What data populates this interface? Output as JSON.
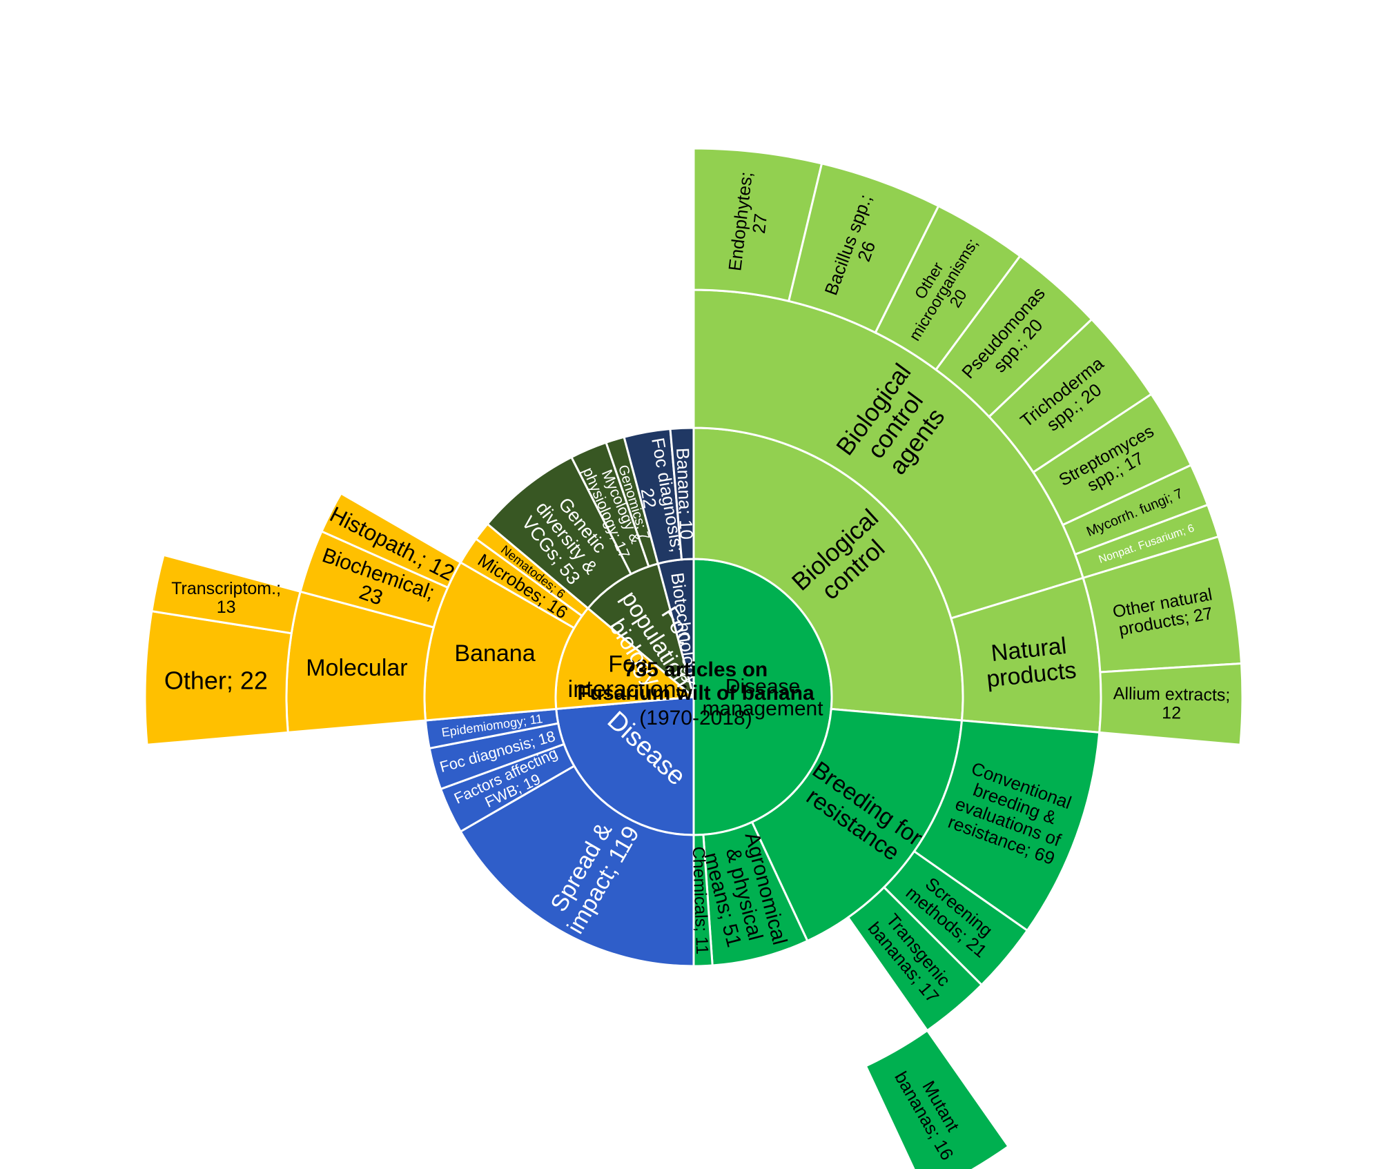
{
  "chart_data": {
    "type": "sunburst",
    "center": {
      "title_line1": "735 articles on",
      "title_line2": "Fusarium wilt of banana",
      "subtitle": "(1970-2018)"
    },
    "colors": {
      "disease_management_inner": "#00b050",
      "biological_control": "#92d050",
      "breeding_ring": "#00b050",
      "foc_population_biology": "#385723",
      "biotechnology": "#203864",
      "foc_interactions": "#ffc000",
      "disease": "#2f5ec9",
      "border": "#ffffff"
    },
    "segments": [
      {
        "id": "dm",
        "label": "Disease management",
        "lines": [
          "Disease",
          "management"
        ],
        "ring": 1,
        "start": 0,
        "end": 180,
        "color": "#00b050",
        "text": "#000000",
        "size": 30,
        "rot": "none"
      },
      {
        "id": "bc",
        "label": "Biological control",
        "lines": [
          "Biological",
          "control"
        ],
        "ring": 2,
        "start": 0,
        "end": 95,
        "color": "#92d050",
        "text": "#000000",
        "size": 36,
        "rot": "rad"
      },
      {
        "id": "bca",
        "label": "Biological control agents",
        "lines": [
          "Biological",
          "control",
          "agents"
        ],
        "ring": 3,
        "start": 0,
        "end": 73,
        "color": "#92d050",
        "text": "#000000",
        "size": 36,
        "rot": "rad"
      },
      {
        "id": "endo",
        "label": "Endophytes; 27",
        "lines": [
          "Endophytes;",
          "27"
        ],
        "value": 27,
        "ring": 4,
        "start": 0,
        "end": 13.5,
        "color": "#92d050",
        "text": "#000000",
        "size": 26,
        "rot": "rad"
      },
      {
        "id": "bac",
        "label": "Bacillus spp.; 26",
        "lines": [
          "Bacillus spp.;",
          "26"
        ],
        "value": 26,
        "ring": 4,
        "start": 13.5,
        "end": 26.5,
        "color": "#92d050",
        "text": "#000000",
        "size": 26,
        "rot": "rad"
      },
      {
        "id": "omic",
        "label": "Other microorganisms; 20",
        "lines": [
          "Other",
          "microorganisms;",
          "20"
        ],
        "value": 20,
        "ring": 4,
        "start": 26.5,
        "end": 36.5,
        "color": "#92d050",
        "text": "#000000",
        "size": 23,
        "rot": "rad"
      },
      {
        "id": "pseu",
        "label": "Pseudomonas spp.; 20",
        "lines": [
          "Pseudomonas",
          "spp.; 20"
        ],
        "value": 20,
        "ring": 4,
        "start": 36.5,
        "end": 46.5,
        "color": "#92d050",
        "text": "#000000",
        "size": 26,
        "rot": "rad"
      },
      {
        "id": "tric",
        "label": "Trichoderma spp.; 20",
        "lines": [
          "Trichoderma",
          "spp.; 20"
        ],
        "value": 20,
        "ring": 4,
        "start": 46.5,
        "end": 56.5,
        "color": "#92d050",
        "text": "#000000",
        "size": 26,
        "rot": "rad"
      },
      {
        "id": "strep",
        "label": "Streptomyces spp.; 17",
        "lines": [
          "Streptomyces",
          "spp.; 17"
        ],
        "value": 17,
        "ring": 4,
        "start": 56.5,
        "end": 65,
        "color": "#92d050",
        "text": "#000000",
        "size": 25,
        "rot": "rad"
      },
      {
        "id": "myco",
        "label": "Mycorrh. fungi; 7",
        "lines": [
          "Mycorrh. fungi; 7"
        ],
        "value": 7,
        "ring": 4,
        "start": 65,
        "end": 69.5,
        "color": "#92d050",
        "text": "#000000",
        "size": 20,
        "rot": "rad"
      },
      {
        "id": "nonpat",
        "label": "Nonpat. Fusarium; 6",
        "lines": [
          "Nonpat. Fusarium; 6"
        ],
        "value": 6,
        "ring": 4,
        "start": 69.5,
        "end": 73,
        "color": "#92d050",
        "text": "#ffffff",
        "size": 16,
        "rot": "rad"
      },
      {
        "id": "np",
        "label": "Natural products",
        "lines": [
          "Natural",
          "products"
        ],
        "ring": 3,
        "start": 73,
        "end": 95,
        "color": "#92d050",
        "text": "#000000",
        "size": 34,
        "rot": "rad"
      },
      {
        "id": "onp",
        "label": "Other natural products; 27",
        "lines": [
          "Other natural",
          "products; 27"
        ],
        "value": 27,
        "ring": 4,
        "start": 73,
        "end": 86.5,
        "color": "#92d050",
        "text": "#000000",
        "size": 25,
        "rot": "rad"
      },
      {
        "id": "allium",
        "label": "Allium extracts; 12",
        "lines": [
          "Allium extracts;",
          "12"
        ],
        "value": 12,
        "ring": 4,
        "start": 86.5,
        "end": 95,
        "color": "#92d050",
        "text": "#000000",
        "size": 25,
        "rot": "rad"
      },
      {
        "id": "bfr",
        "label": "Breeding for resistance",
        "lines": [
          "Breeding for",
          "resistance"
        ],
        "ring": 2,
        "start": 95,
        "end": 155,
        "color": "#00b050",
        "text": "#000000",
        "size": 34,
        "rot": "rad"
      },
      {
        "id": "conv",
        "label": "Conventional breeding & evaluations of resistance; 69",
        "lines": [
          "Conventional",
          "breeding &",
          "evaluations of",
          "resistance; 69"
        ],
        "value": 69,
        "ring": 3,
        "start": 95,
        "end": 125,
        "color": "#00b050",
        "text": "#000000",
        "size": 26,
        "rot": "rad"
      },
      {
        "id": "screen",
        "label": "Screening methods; 21",
        "lines": [
          "Screening",
          "methods; 21"
        ],
        "value": 21,
        "ring": 3,
        "start": 125,
        "end": 135,
        "color": "#00b050",
        "text": "#000000",
        "size": 26,
        "rot": "rad"
      },
      {
        "id": "trans",
        "label": "Transgenic bananas; 17",
        "lines": [
          "Transgenic",
          "bananas; 17"
        ],
        "value": 17,
        "ring": 3,
        "start": 135,
        "end": 145,
        "color": "#00b050",
        "text": "#000000",
        "size": 26,
        "rot": "rad"
      },
      {
        "id": "mutant",
        "label": "Mutant bananas; 16",
        "lines": [
          "Mutant",
          "bananas; 16"
        ],
        "value": 16,
        "ring": 4,
        "start": 145,
        "end": 155,
        "color": "#00b050",
        "text": "#000000",
        "size": 26,
        "rot": "rad"
      },
      {
        "id": "agro",
        "label": "Agronomical & physical means; 51",
        "lines": [
          "Agronomical",
          "& physical",
          "means; 51"
        ],
        "value": 51,
        "ring": 2,
        "start": 155,
        "end": 176,
        "color": "#00b050",
        "text": "#000000",
        "size": 30,
        "rot": "rad"
      },
      {
        "id": "chem",
        "label": "Chemicals; 11",
        "lines": [
          "Chemicals; 11"
        ],
        "value": 11,
        "ring": 2,
        "start": 176,
        "end": 180,
        "color": "#00b050",
        "text": "#000000",
        "size": 25,
        "rot": "rad"
      },
      {
        "id": "dis",
        "label": "Disease",
        "lines": [
          "Disease"
        ],
        "ring": 1,
        "start": 180,
        "end": 265,
        "color": "#2f5ec9",
        "text": "#ffffff",
        "size": 38,
        "rot": "tan"
      },
      {
        "id": "spread",
        "label": "Spread & impact; 119",
        "lines": [
          "Spread &",
          "impact; 119"
        ],
        "value": 119,
        "ring": 2,
        "start": 180,
        "end": 240,
        "color": "#2f5ec9",
        "text": "#ffffff",
        "size": 34,
        "rot": "rad"
      },
      {
        "id": "factors",
        "label": "Factors affecting FWB; 19",
        "lines": [
          "Factors affecting",
          "FWB; 19"
        ],
        "value": 19,
        "ring": 2,
        "start": 240,
        "end": 250,
        "color": "#2f5ec9",
        "text": "#ffffff",
        "size": 22,
        "rot": "rad"
      },
      {
        "id": "focdiag2",
        "label": "Foc diagnosis; 18",
        "lines": [
          "Foc diagnosis; 18"
        ],
        "value": 18,
        "ring": 2,
        "start": 250,
        "end": 259,
        "color": "#2f5ec9",
        "text": "#ffffff",
        "size": 22,
        "rot": "rad"
      },
      {
        "id": "epi",
        "label": "Epidemiomogy; 11",
        "lines": [
          "Epidemiomogy; 11"
        ],
        "value": 11,
        "ring": 2,
        "start": 259,
        "end": 265,
        "color": "#2f5ec9",
        "text": "#ffffff",
        "size": 18,
        "rot": "rad"
      },
      {
        "id": "fi",
        "label": "Foc interactions",
        "lines": [
          "Foc",
          "interactions"
        ],
        "ring": 1,
        "start": 265,
        "end": 310,
        "color": "#ffc000",
        "text": "#000000",
        "size": 34,
        "rot": "none"
      },
      {
        "id": "banana",
        "label": "Banana",
        "lines": [
          "Banana"
        ],
        "ring": 2,
        "start": 265,
        "end": 300,
        "color": "#ffc000",
        "text": "#000000",
        "size": 34,
        "rot": "none"
      },
      {
        "id": "molec",
        "label": "Molecular",
        "lines": [
          "Molecular"
        ],
        "ring": 3,
        "start": 265,
        "end": 285,
        "color": "#ffc000",
        "text": "#000000",
        "size": 34,
        "rot": "none"
      },
      {
        "id": "other22",
        "label": "Other; 22",
        "lines": [
          "Other; 22"
        ],
        "value": 22,
        "ring": 4,
        "start": 265,
        "end": 279,
        "color": "#ffc000",
        "text": "#000000",
        "size": 36,
        "rot": "none"
      },
      {
        "id": "transc",
        "label": "Transcriptom.; 13",
        "lines": [
          "Transcriptom.;",
          "13"
        ],
        "value": 13,
        "ring": 4,
        "start": 279,
        "end": 285,
        "color": "#ffc000",
        "text": "#000000",
        "size": 25,
        "rot": "none"
      },
      {
        "id": "biochem",
        "label": "Biochemical; 23",
        "lines": [
          "Biochemical;",
          "23"
        ],
        "value": 23,
        "ring": 3,
        "start": 285,
        "end": 294,
        "color": "#ffc000",
        "text": "#000000",
        "size": 30,
        "rot": "tilt"
      },
      {
        "id": "histo",
        "label": "Histopath.; 12",
        "lines": [
          "Histopath.; 12"
        ],
        "value": 12,
        "ring": 3,
        "start": 294,
        "end": 300,
        "color": "#ffc000",
        "text": "#000000",
        "size": 32,
        "rot": "tilt"
      },
      {
        "id": "microbes",
        "label": "Microbes; 16",
        "lines": [
          "Microbes; 16"
        ],
        "value": 16,
        "ring": 2,
        "start": 300,
        "end": 306,
        "color": "#ffc000",
        "text": "#000000",
        "size": 26,
        "rot": "tilt"
      },
      {
        "id": "nema",
        "label": "Nematodes; 6",
        "lines": [
          "Nematodes; 6"
        ],
        "value": 6,
        "ring": 2,
        "start": 306,
        "end": 310,
        "color": "#ffc000",
        "text": "#000000",
        "size": 18,
        "rot": "tilt"
      },
      {
        "id": "fpb",
        "label": "Foc population biology",
        "lines": [
          "Foc",
          "population",
          "biology"
        ],
        "ring": 1,
        "start": 310,
        "end": 345,
        "color": "#385723",
        "text": "#ffffff",
        "size": 34,
        "rot": "rad"
      },
      {
        "id": "genetic",
        "label": "Genetic diversity & VCGs; 53",
        "lines": [
          "Genetic",
          "diversity &",
          "VCGs; 53"
        ],
        "value": 53,
        "ring": 2,
        "start": 310,
        "end": 333,
        "color": "#385723",
        "text": "#ffffff",
        "size": 27,
        "rot": "rad"
      },
      {
        "id": "mycology",
        "label": "Mycology & physiology; 17",
        "lines": [
          "Mycology &",
          "physiology; 17"
        ],
        "value": 17,
        "ring": 2,
        "start": 333,
        "end": 341,
        "color": "#385723",
        "text": "#ffffff",
        "size": 22,
        "rot": "rad"
      },
      {
        "id": "genomics",
        "label": "Genomics; 7",
        "lines": [
          "Genomics; 7"
        ],
        "value": 7,
        "ring": 2,
        "start": 341,
        "end": 345,
        "color": "#385723",
        "text": "#ffffff",
        "size": 20,
        "rot": "rad"
      },
      {
        "id": "biotech",
        "label": "Biotechnology",
        "lines": [
          "Biotechnology"
        ],
        "ring": 1,
        "start": 345,
        "end": 360,
        "color": "#203864",
        "text": "#ffffff",
        "size": 26,
        "rot": "rad"
      },
      {
        "id": "focdiag1",
        "label": "Foc diagnosis; 22",
        "lines": [
          "Foc diagnosis;",
          "22"
        ],
        "value": 22,
        "ring": 2,
        "start": 345,
        "end": 355,
        "color": "#203864",
        "text": "#ffffff",
        "size": 26,
        "rot": "rad"
      },
      {
        "id": "banana10",
        "label": "Banana; 10",
        "lines": [
          "Banana; 10"
        ],
        "value": 10,
        "ring": 2,
        "start": 355,
        "end": 360,
        "color": "#203864",
        "text": "#ffffff",
        "size": 26,
        "rot": "rad"
      }
    ]
  }
}
